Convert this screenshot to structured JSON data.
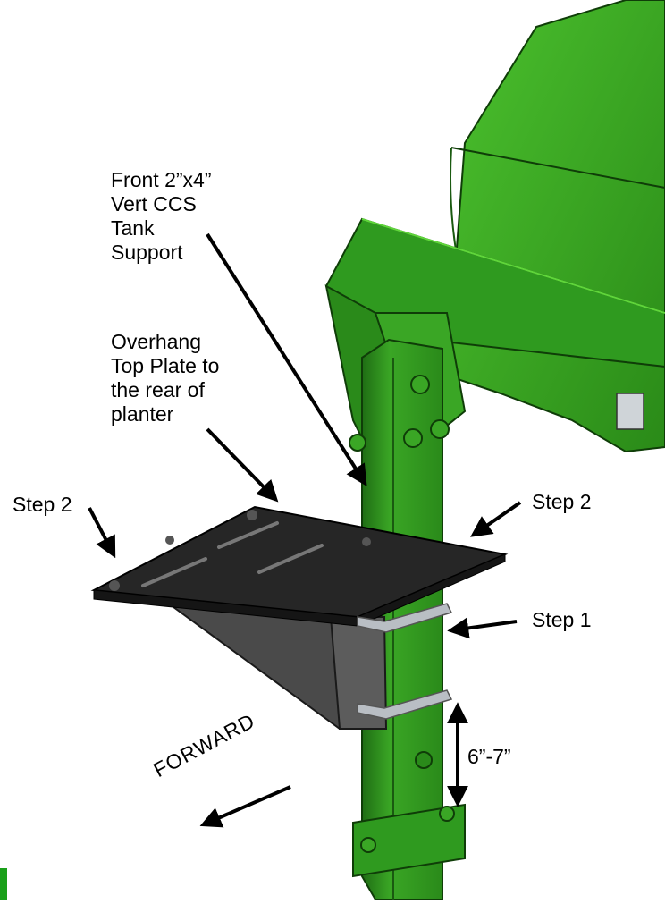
{
  "labels": {
    "front_support": "Front 2”x4”\nVert CCS\nTank\nSupport",
    "overhang": "Overhang\nTop Plate to\nthe rear of\nplanter",
    "step2_left": "Step 2",
    "step2_right": "Step 2",
    "step1": "Step 1",
    "distance": "6”-7”",
    "forward": "FORWARD"
  },
  "colors": {
    "frame_green": "#2f8f1e",
    "frame_green_light": "#44b52a",
    "frame_green_dark": "#1c5e12",
    "plate_black": "#262626",
    "bracket_gray": "#4a4a4a",
    "strap_gray": "#b9bec4",
    "arrow": "#000000"
  }
}
